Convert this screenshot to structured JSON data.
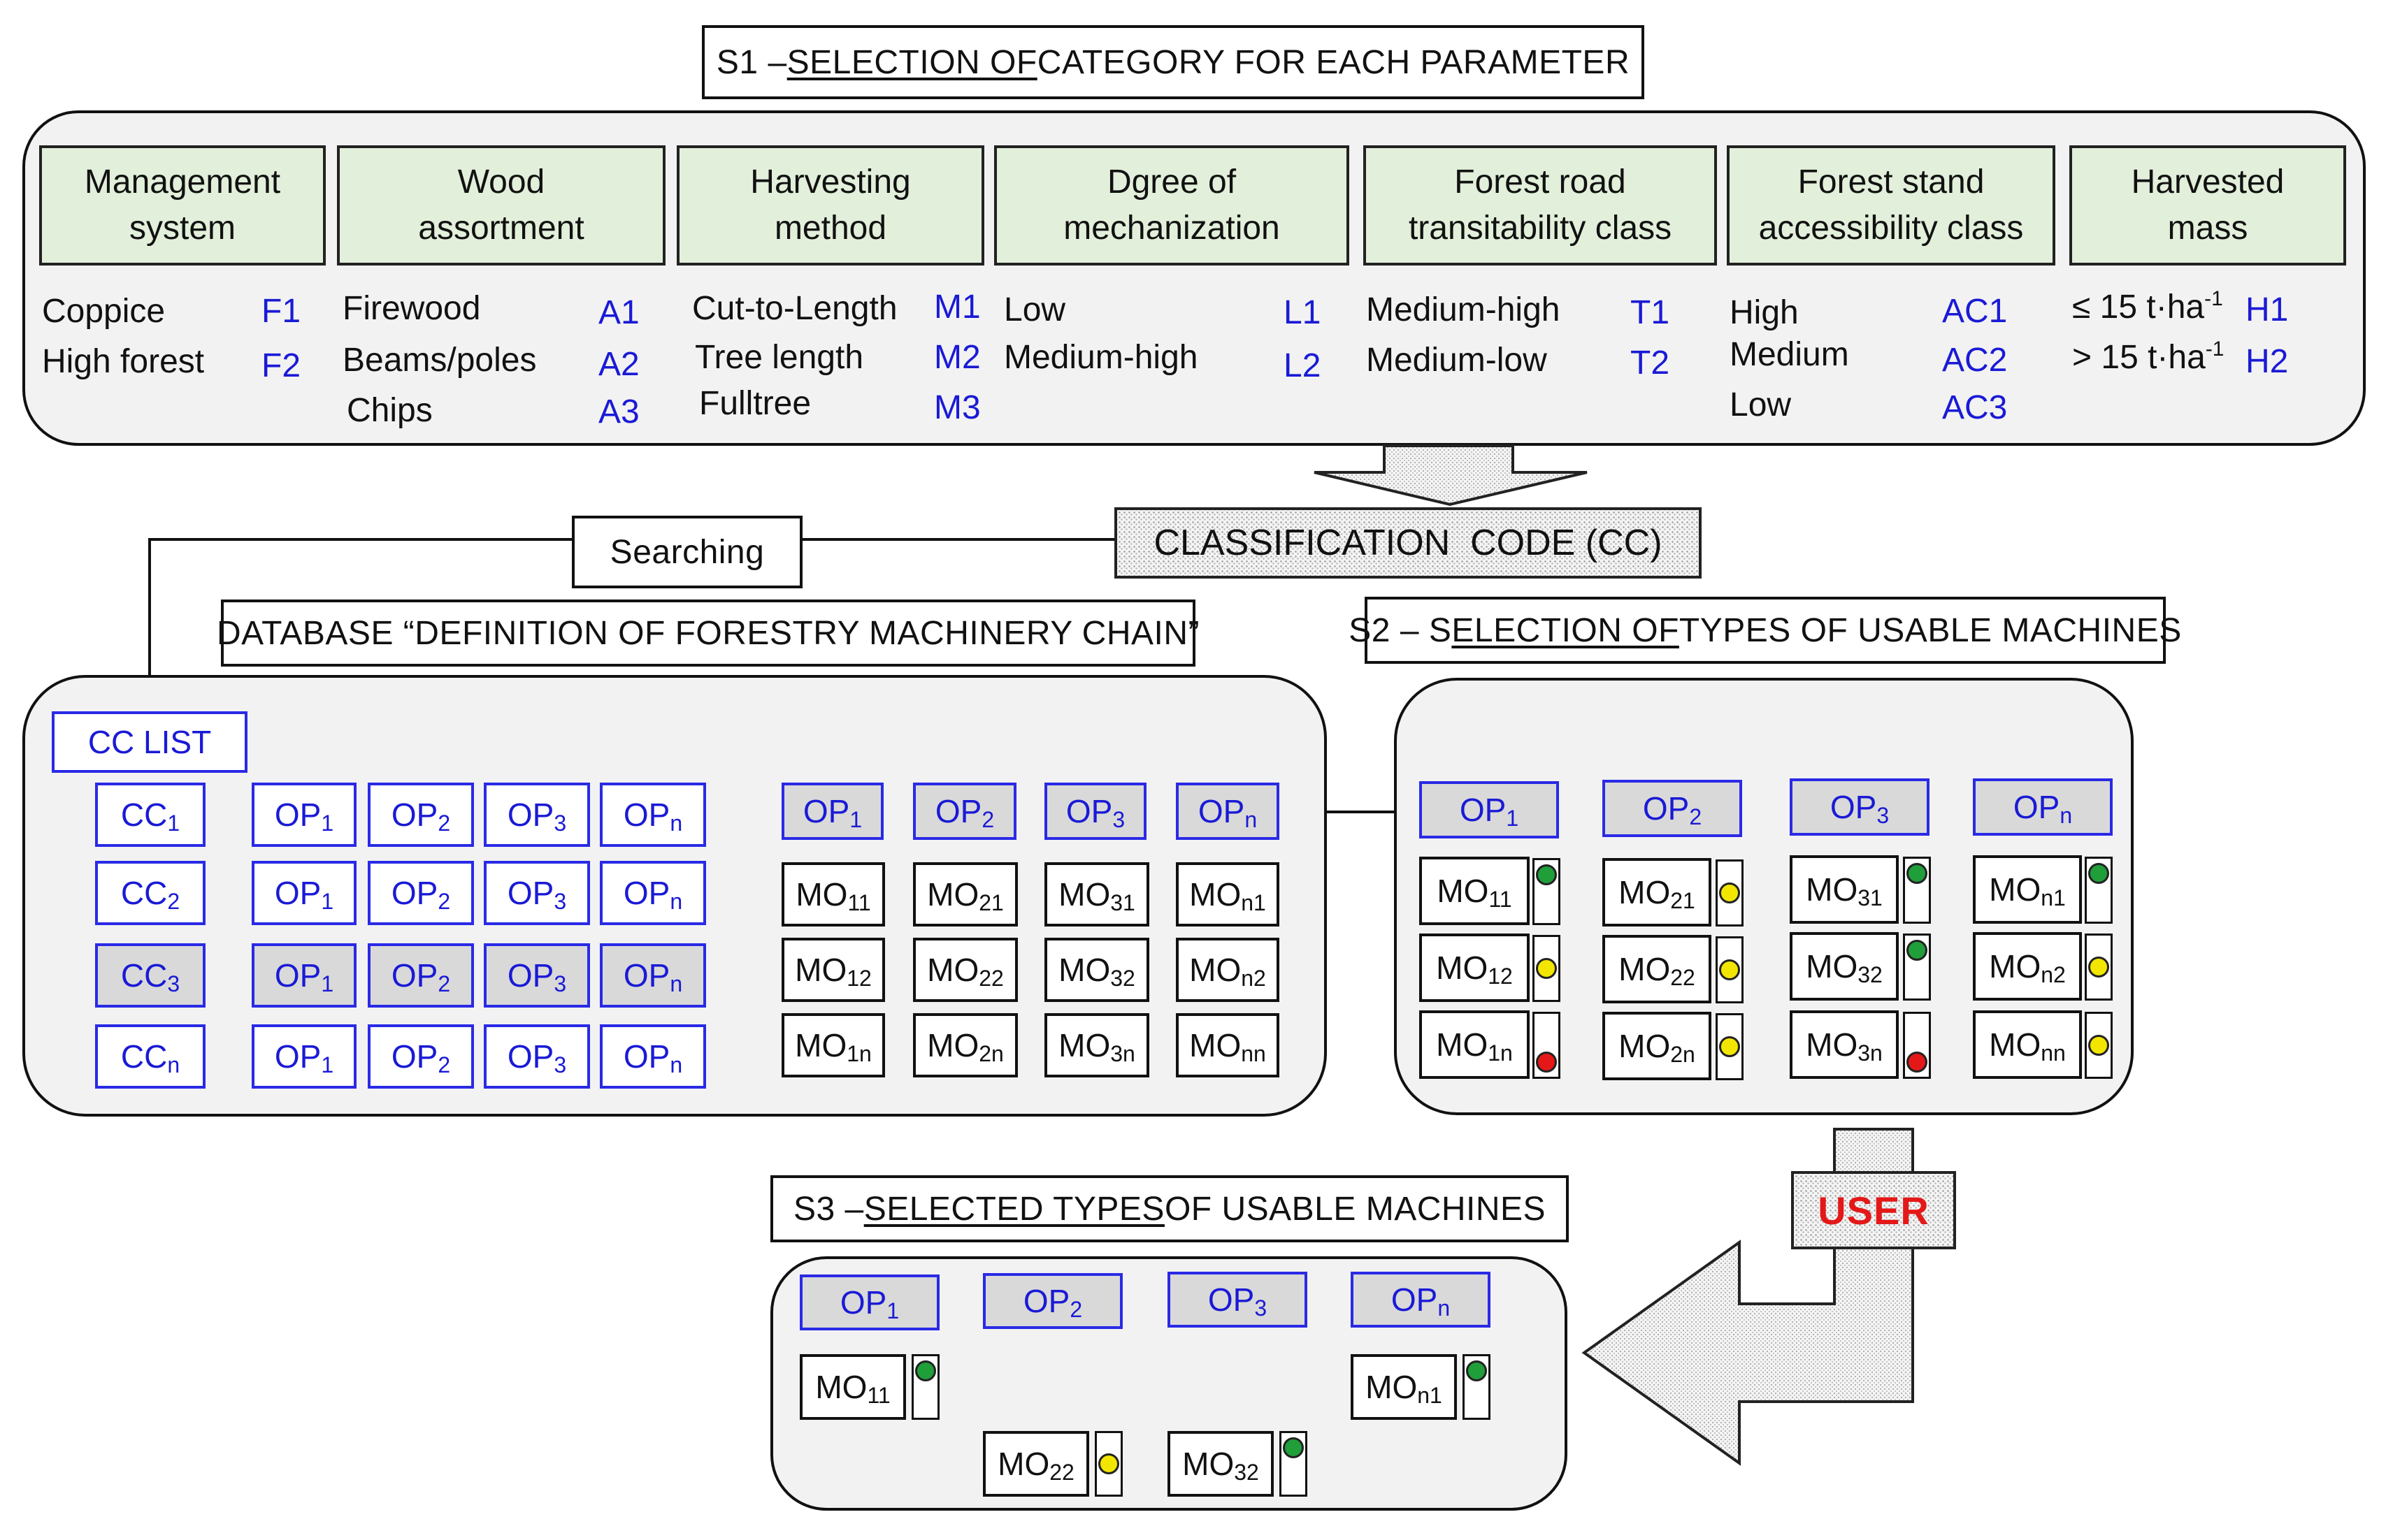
{
  "s1": {
    "title_prefix": "S1 – ",
    "title_underlined": "SELECTION OF",
    "title_suffix": " CATEGORY FOR EACH PARAMETER",
    "params": [
      {
        "header_line1": "Management",
        "header_line2": "system",
        "options": [
          {
            "label": "Coppice",
            "code": "F1"
          },
          {
            "label": "High forest",
            "code": "F2"
          }
        ]
      },
      {
        "header_line1": "Wood",
        "header_line2": "assortment",
        "options": [
          {
            "label": "Firewood",
            "code": "A1"
          },
          {
            "label": "Beams/poles",
            "code": "A2"
          },
          {
            "label": "Chips",
            "code": "A3"
          }
        ]
      },
      {
        "header_line1": "Harvesting",
        "header_line2": "method",
        "options": [
          {
            "label": "Cut-to-Length",
            "code": "M1"
          },
          {
            "label": "Tree length",
            "code": "M2"
          },
          {
            "label": "Fulltree",
            "code": "M3"
          }
        ]
      },
      {
        "header_line1": "Dgree of",
        "header_line2": "mechanization",
        "options": [
          {
            "label": "Low",
            "code": "L1"
          },
          {
            "label": "Medium-high",
            "code": "L2"
          }
        ]
      },
      {
        "header_line1": "Forest road",
        "header_line2": "transitability class",
        "options": [
          {
            "label": "Medium-high",
            "code": "T1"
          },
          {
            "label": "Medium-low",
            "code": "T2"
          }
        ]
      },
      {
        "header_line1": "Forest stand",
        "header_line2": "accessibility class",
        "options": [
          {
            "label": "High",
            "code": "AC1"
          },
          {
            "label": "Medium",
            "code": "AC2"
          },
          {
            "label": "Low",
            "code": "AC3"
          }
        ]
      },
      {
        "header_line1": "Harvested",
        "header_line2": "mass",
        "options": [
          {
            "label_pre": "≤ 15 t·ha",
            "label_sup": "-1",
            "code": "H1"
          },
          {
            "label_pre": "> 15 t·ha",
            "label_sup": "-1",
            "code": "H2"
          }
        ]
      }
    ]
  },
  "cc": {
    "label": "CLASSIFICATION  CODE (CC)"
  },
  "searching": {
    "label": "Searching"
  },
  "database": {
    "title": "DATABASE “DEFINITION OF FORESTRY MACHINERY CHAIN”",
    "cc_list_label": "CC LIST",
    "cc_items": [
      {
        "base": "CC",
        "sub": "1"
      },
      {
        "base": "CC",
        "sub": "2"
      },
      {
        "base": "CC",
        "sub": "3"
      },
      {
        "base": "CC",
        "sub": "n"
      }
    ],
    "op_items": [
      {
        "base": "OP",
        "sub": "1"
      },
      {
        "base": "OP",
        "sub": "2"
      },
      {
        "base": "OP",
        "sub": "3"
      },
      {
        "base": "OP",
        "sub": "n"
      }
    ],
    "mo_items": [
      [
        {
          "base": "MO",
          "sub": "11"
        },
        {
          "base": "MO",
          "sub": "21"
        },
        {
          "base": "MO",
          "sub": "31"
        },
        {
          "base": "MO",
          "sub": "n1"
        }
      ],
      [
        {
          "base": "MO",
          "sub": "12"
        },
        {
          "base": "MO",
          "sub": "22"
        },
        {
          "base": "MO",
          "sub": "32"
        },
        {
          "base": "MO",
          "sub": "n2"
        }
      ],
      [
        {
          "base": "MO",
          "sub": "1n"
        },
        {
          "base": "MO",
          "sub": "2n"
        },
        {
          "base": "MO",
          "sub": "3n"
        },
        {
          "base": "MO",
          "sub": "nn"
        }
      ]
    ]
  },
  "s2": {
    "title_prefix": "S2 – S",
    "title_underlined": "ELECTION OF",
    "title_suffix": " TYPES OF USABLE MACHINES",
    "status": [
      [
        "green",
        "yellow",
        "green",
        "green"
      ],
      [
        "yellow",
        "yellow",
        "green",
        "yellow"
      ],
      [
        "red",
        "yellow",
        "red",
        "yellow"
      ]
    ]
  },
  "user": {
    "label": "USER",
    "color": "#e41818"
  },
  "s3": {
    "title_prefix": "S3 – ",
    "title_underlined": "SELECTED TYPES",
    "title_suffix": " OF USABLE MACHINES",
    "machines": [
      {
        "base": "MO",
        "sub": "11",
        "status": "green"
      },
      {
        "base": "MO",
        "sub": "n1",
        "status": "green"
      },
      {
        "base": "MO",
        "sub": "22",
        "status": "yellow"
      },
      {
        "base": "MO",
        "sub": "32",
        "status": "green"
      }
    ]
  },
  "colors": {
    "header_fill": "#e2efda",
    "panel_fill": "#f2f2f2",
    "code_blue": "#1a1ad6",
    "green": "#1f9e3a",
    "yellow": "#f2e600",
    "red": "#e41818"
  }
}
